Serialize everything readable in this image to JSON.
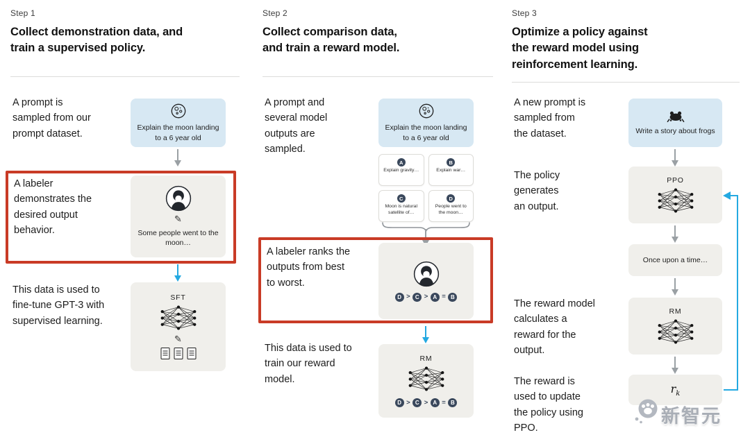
{
  "icons": {
    "pencil": "✎"
  },
  "columns": [
    {
      "step": "Step 1",
      "title": "Collect demonstration data, and train a supervised policy.",
      "row1": {
        "text": "A prompt is sampled from our prompt dataset.",
        "card_label": "Explain the moon landing to a 6 year old"
      },
      "row2": {
        "text": "A labeler demonstrates the desired output behavior.",
        "card_label": "Some people went to the moon…"
      },
      "row3": {
        "text": "This data is used to fine-tune GPT-3 with supervised learning.",
        "card_title": "SFT"
      }
    },
    {
      "step": "Step 2",
      "title": "Collect comparison data, and train a reward model.",
      "row1": {
        "text": "A prompt and several model outputs are sampled.",
        "card_label": "Explain the moon landing to a 6 year old",
        "outputs": [
          {
            "badge": "A",
            "text": "Explain gravity…"
          },
          {
            "badge": "B",
            "text": "Explain war…"
          },
          {
            "badge": "C",
            "text": "Moon is natural satellite of…"
          },
          {
            "badge": "D",
            "text": "People went to the moon…"
          }
        ]
      },
      "row2": {
        "text": "A labeler ranks the outputs from best to worst."
      },
      "row3": {
        "text": "This data is used to train our reward model.",
        "card_title": "RM"
      },
      "ranking": {
        "b0": "D",
        "s0": ">",
        "b1": "C",
        "s1": ">",
        "b2": "A",
        "s2": "=",
        "b3": "B"
      }
    },
    {
      "step": "Step 3",
      "title": "Optimize a policy against the reward model using reinforcement learning.",
      "row1": {
        "text": "A new prompt is sampled from the dataset.",
        "card_label": "Write a story about frogs"
      },
      "row2": {
        "text": "The policy generates an output.",
        "card_title": "PPO"
      },
      "row3": {
        "card_label": "Once upon a time…"
      },
      "row4": {
        "text": "The reward model calculates a reward for the output.",
        "card_title": "RM"
      },
      "row5": {
        "text": "The reward is used to update the policy using PPO.",
        "reward_symbol": "r",
        "reward_sub": "k"
      }
    }
  ],
  "watermark": {
    "text": "新智元"
  }
}
